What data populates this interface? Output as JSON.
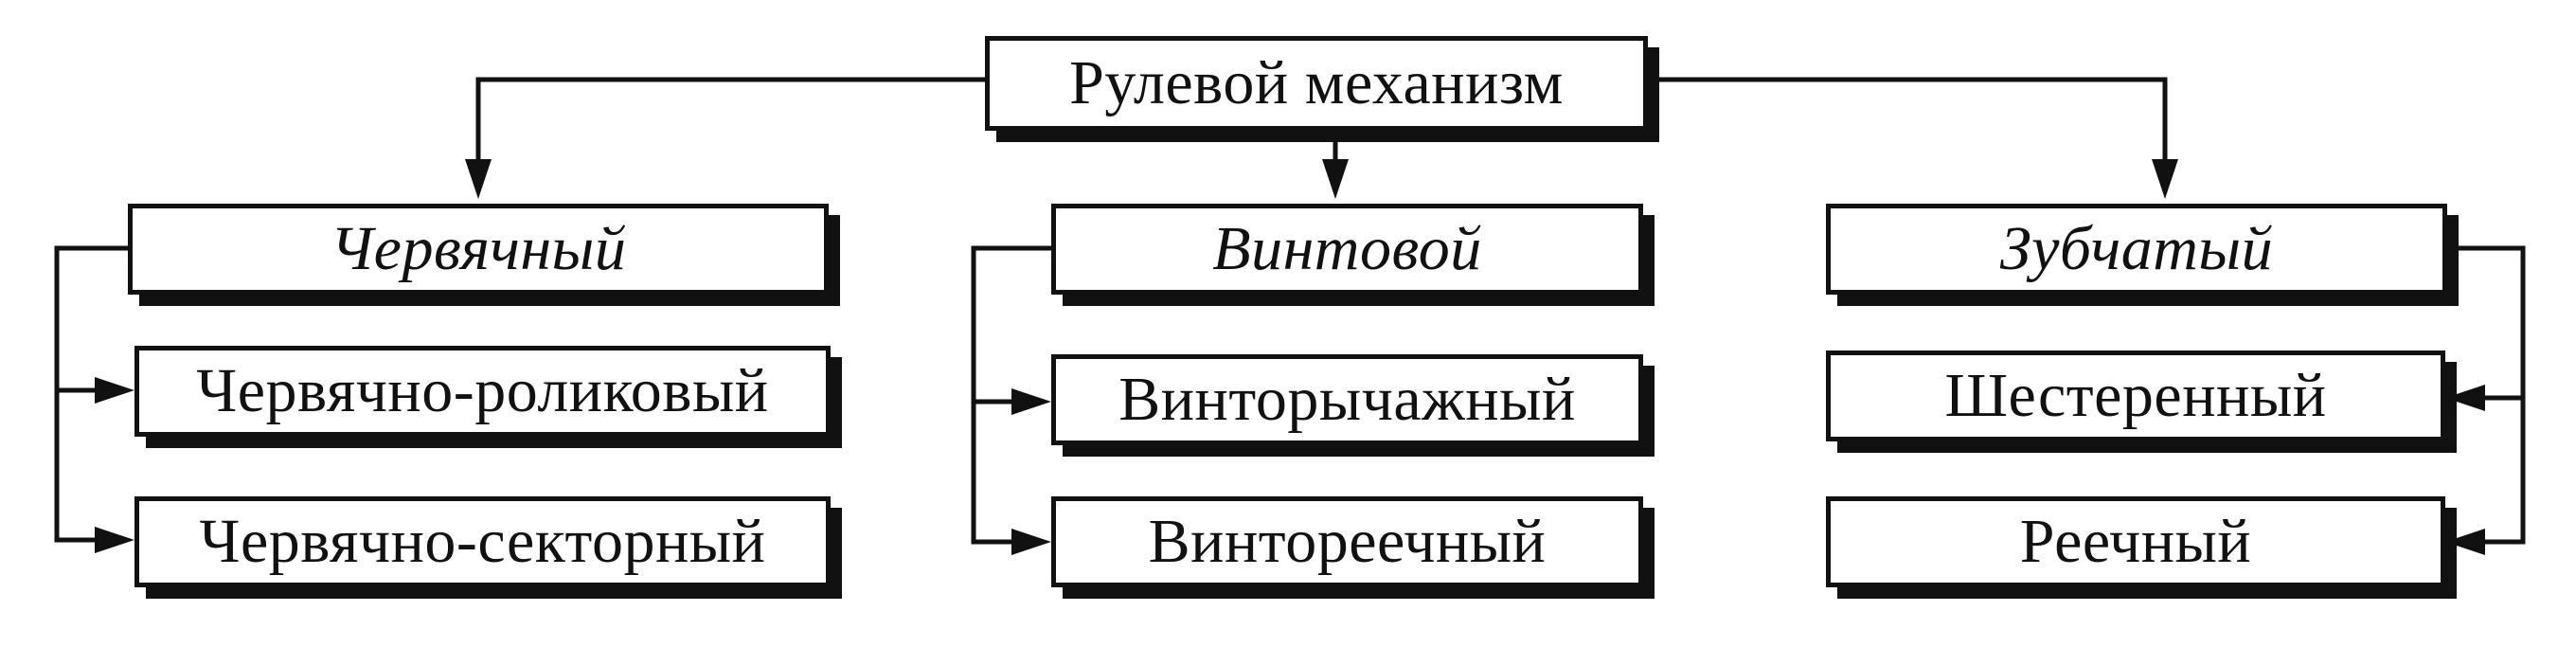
{
  "root": {
    "label": "Рулевой механизм"
  },
  "categories": [
    {
      "label": "Червячный",
      "children": [
        "Червячно-роликовый",
        "Червячно-секторный"
      ]
    },
    {
      "label": "Винтовой",
      "children": [
        "Винторычажный",
        "Винтореечный"
      ]
    },
    {
      "label": "Зубчатый",
      "children": [
        "Шестеренный",
        "Реечный"
      ]
    }
  ]
}
